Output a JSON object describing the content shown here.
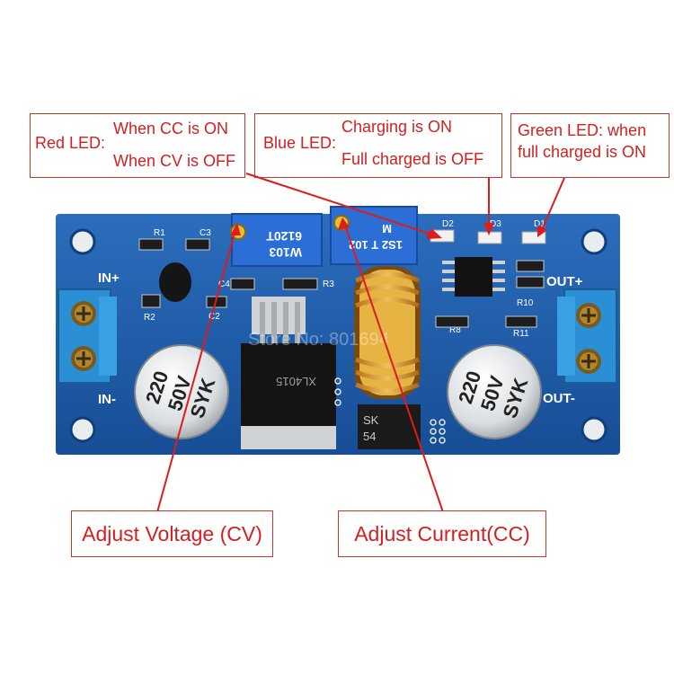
{
  "callouts": {
    "red": {
      "title": "Red LED:",
      "line1": "When CC is ON",
      "line2": "When CV is OFF"
    },
    "blue": {
      "title": "Blue LED:",
      "line1": "Charging is ON",
      "line2": "Full charged is OFF"
    },
    "green": {
      "line1": "Green LED: when",
      "line2": "full charged is ON"
    },
    "cv": "Adjust Voltage (CV)",
    "cc": "Adjust Current(CC)"
  },
  "board": {
    "labels": {
      "in_plus": "IN+",
      "in_minus": "IN-",
      "out_plus": "OUT+",
      "out_minus": "OUT-",
      "r1": "R1",
      "c3": "C3",
      "c4": "C4",
      "c2": "C2",
      "r2": "R2",
      "r3": "R3",
      "d2": "D2",
      "d3": "D3",
      "d1": "D1",
      "r10": "R10",
      "r8": "R8",
      "r11": "R11"
    },
    "pot1": {
      "line1": "W103",
      "line2": "6120T"
    },
    "pot2": {
      "line1": "1S2 T 102",
      "line2": "M"
    },
    "cap": {
      "v1": "220",
      "v2": "50V",
      "v3": "SYK"
    },
    "ic": "XL4015",
    "diode": {
      "l1": "SK",
      "l2": "54"
    },
    "watermark": "Store No: 801694"
  },
  "colors": {
    "board": "#1e5aa8",
    "accent": "#d41f1f",
    "terminal": "#2b8fd6"
  }
}
